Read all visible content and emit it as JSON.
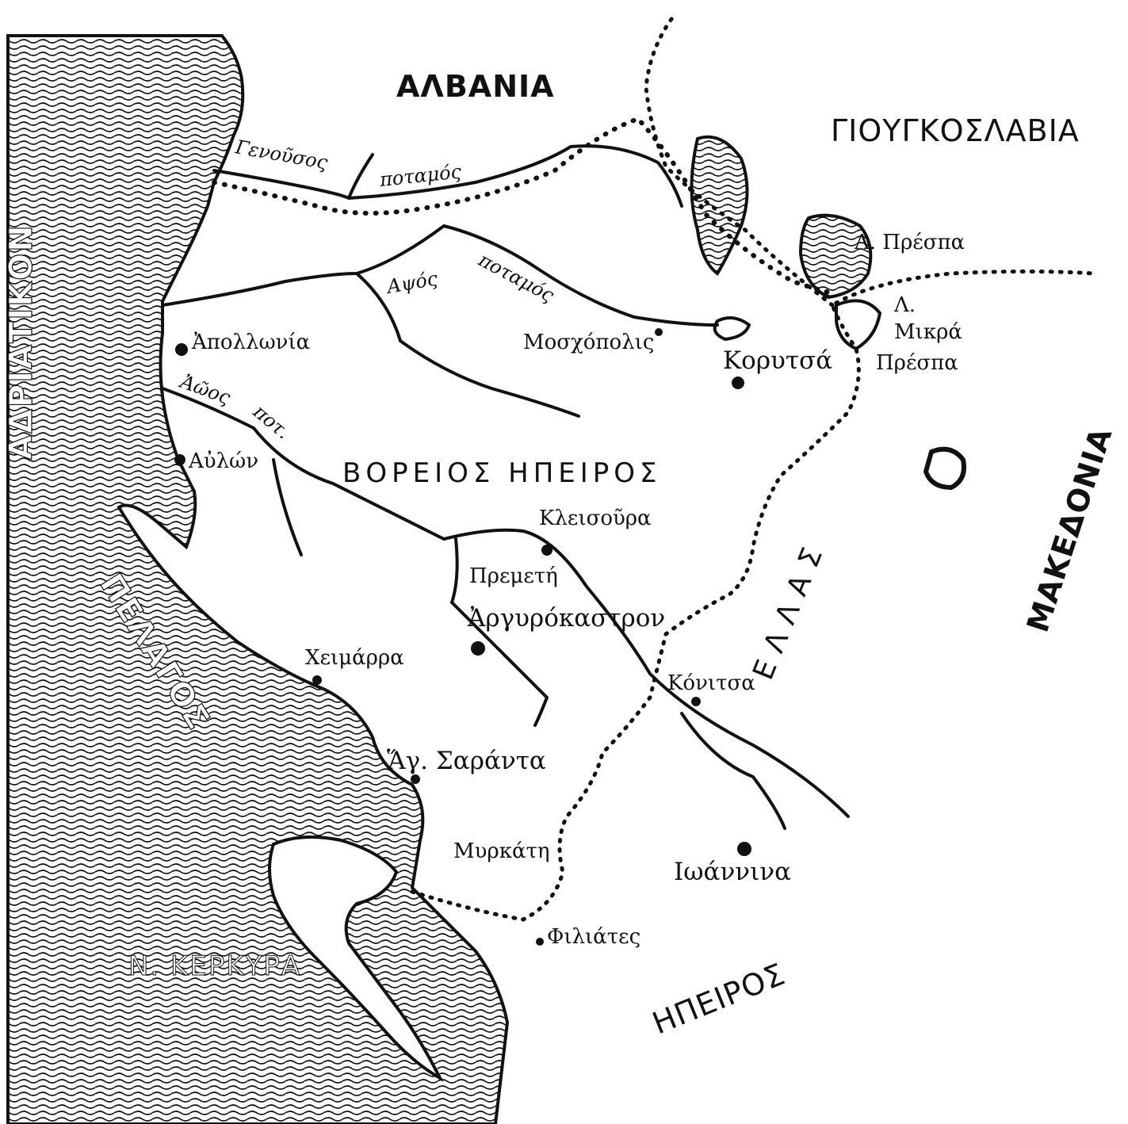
{
  "countries": {
    "albania": "ΑΛΒΑΝΙΑ",
    "yugoslavia": "ΓΙΟΥΓΚΟΣΛΑΒΙΑ",
    "macedonia": "ΜΑΚΕΔΟΝΙΑ",
    "hellas": "ΕΛΛΑΣ"
  },
  "regions": {
    "northern_epirus": "ΒΟΡΕΙΟΣ ΗΠΕΙΡΟΣ",
    "epirus": "ΗΠΕΙΡΟΣ"
  },
  "sea": {
    "word1": "ΑΔΡΙΑΤΙΚΟΝ",
    "word2": "ΠΕΛΑΓΟΣ"
  },
  "island": "Ν. ΚΕΡΚΥΡΑ",
  "rivers": {
    "genousos_1": "Γενοῦσος",
    "genousos_2": "ποταμός",
    "apsos_1": "Αψός",
    "apsos_2": "ποταμός",
    "aoos_1": "Ἀῶος",
    "aoos_2": "ποτ."
  },
  "lakes": {
    "prespa": "Λ. Πρέσπα",
    "mikra_1": "Λ.",
    "mikra_2": "Μικρά",
    "mikra_3": "Πρέσπα"
  },
  "cities": {
    "apollonia": "Ἀπολλωνία",
    "avlon": "Αὐλών",
    "moschopolis": "Μοσχόπολις",
    "koritsa": "Κορυτσά",
    "kleisoura": "Κλεισοῦρα",
    "premeti": "Πρεμετή",
    "argyrokastron": "Ἀργυρόκαστρον",
    "cheimarra": "Χειμάρρα",
    "konitsa": "Κόνιτσα",
    "agioi_saranta": "Ἅγ. Σαράντα",
    "markati": "Μυρκάτη",
    "ioannina": "Ιωάννινα",
    "filiates": "Φιλιάτες"
  }
}
